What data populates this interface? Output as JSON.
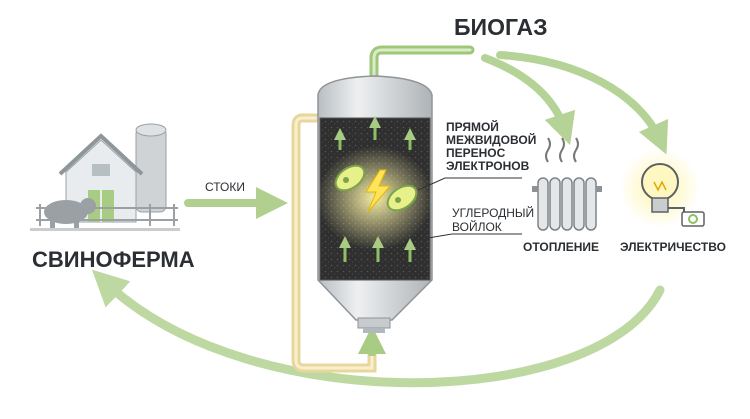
{
  "labels": {
    "biogas": "БИОГАЗ",
    "farm": "СВИНОФЕРМА",
    "effluent": "СТОКИ",
    "diet": "ПРЯМОЙ\nМЕЖВИДОВОЙ\nПЕРЕНОС\nЭЛЕКТРОНОВ",
    "carbon_felt": "УГЛЕРОДНЫЙ\nВОЙЛОК",
    "heating": "ОТОПЛЕНИЕ",
    "electricity": "ЭЛЕКТРИЧЕСТВО"
  },
  "icons": {
    "farm": "barn-with-silo-and-pig-icon",
    "reactor": "anaerobic-digester-icon",
    "bacteria": "bacteria-icon",
    "lightning": "lightning-bolt-icon",
    "radiator": "radiator-icon",
    "bulb": "light-bulb-icon"
  },
  "colors": {
    "arrow_green": "#a9cc84",
    "pipe_green": "#9fc77a",
    "return_pipe": "#f0e2ad",
    "felt_dark": "#2e2e2e",
    "text_dark": "#2b2f33",
    "glow_yellow": "#f5e04a"
  }
}
